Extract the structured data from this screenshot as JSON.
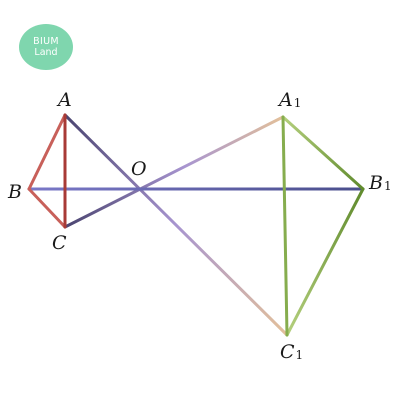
{
  "logo": {
    "line1": "BIUM",
    "line2": "Land",
    "color": "#7fd6ae"
  },
  "labels": {
    "A": "A",
    "B": "B",
    "C": "C",
    "O": "O",
    "A1_base": "A",
    "A1_sub": "1",
    "B1_base": "B",
    "B1_sub": "1",
    "C1_base": "C",
    "C1_sub": "1"
  },
  "colors": {
    "small_triangle": "#c8605a",
    "small_altitude": "#a83a36",
    "line_A_O_C1": [
      "#4a4470",
      "#a895d0",
      "#e3c09a"
    ],
    "line_C_O_A1": [
      "#4a4470",
      "#a895d0",
      "#e3c09a"
    ],
    "line_B_O_B1": [
      "#7a78c8",
      "#4a4e8c"
    ],
    "big_triangle": "#86ad4e",
    "big_triangle_dark": "#5f8a2c",
    "big_triangle_light": "#b5d07e"
  }
}
